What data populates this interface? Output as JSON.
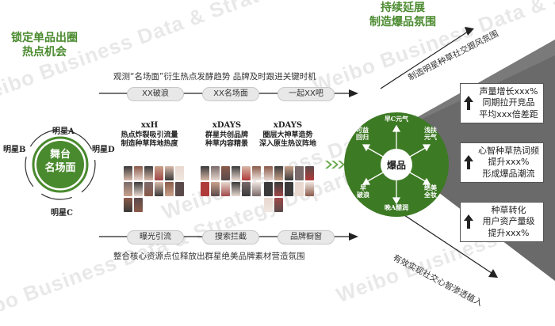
{
  "watermark": "Weibo Business Data & Strategy Department",
  "left_title": "锁定单品出圈\n热点机会",
  "right_title": "持续延展\n制造爆品氛围",
  "top_caption": "观测“名场面”衍生热点发酵趋势  品牌及时跟进关键时机",
  "top_pills": [
    "XX破浪",
    "XX名场面",
    "一起XX吧"
  ],
  "bottom_pills": [
    "曝光引流",
    "搜索拦截",
    "品牌橱窗"
  ],
  "bottom_caption": "整合核心资源点位释放出群星绝美品牌素材营造氛围",
  "center_circle": "舞台\n名场面",
  "stars": [
    "明星A",
    "明星B",
    "明星C",
    "明星D"
  ],
  "columns": [
    {
      "head": "xxH",
      "desc": "热点炸裂吸引流量\n制造种草阵地热度"
    },
    {
      "head": "xDAYS",
      "desc": "群星共创品牌\n种草内容精景"
    },
    {
      "head": "xDAYS",
      "desc": "圈层大神草造势\n深入原生热议阵地"
    }
  ],
  "hub": {
    "center": "爆品",
    "labels": [
      "早C元气",
      "浅扶\n元气",
      "绝美\n全妆",
      "晚A醋润",
      "早\n破浪",
      "可益\n回归"
    ]
  },
  "diag_top": "制造明星种草社交跟风氛围",
  "diag_bottom": "有效实现社交心智渗透植入",
  "boxes": [
    [
      "声量增长xxx%",
      "同期拉开竞品",
      "平均xxx倍差距"
    ],
    [
      "心智种草热词频",
      "提升xxx%",
      "形成爆品潮流"
    ],
    [
      "种草转化",
      "用户资产量级",
      "提升xxx%"
    ]
  ],
  "colors": {
    "green": "#4a8a2e",
    "dark_green": "#3d7a24",
    "accent": "#2e7d32"
  }
}
